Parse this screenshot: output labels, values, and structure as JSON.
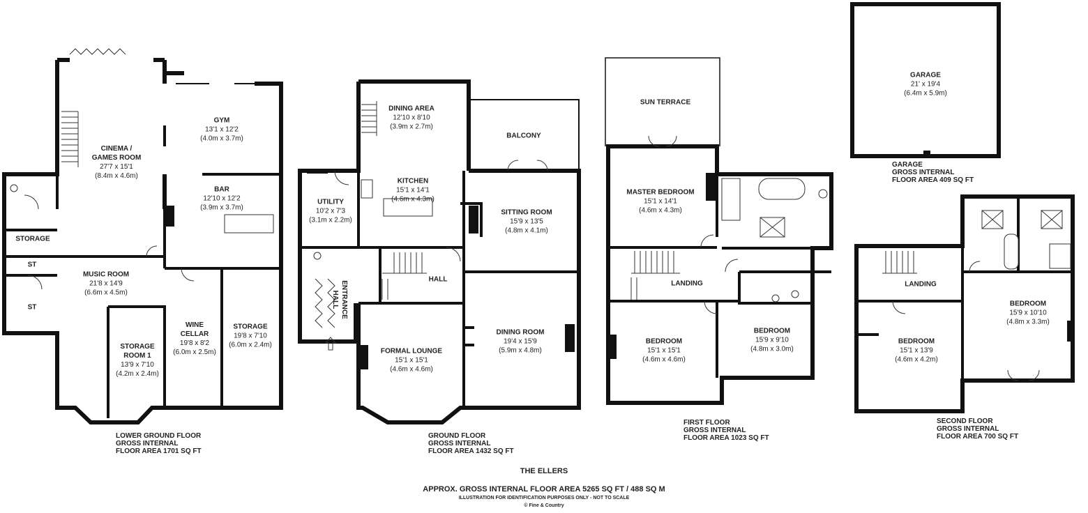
{
  "property": {
    "name": "THE ELLERS",
    "total_area": "APPROX. GROSS INTERNAL FLOOR AREA 5265 SQ FT / 488 SQ M",
    "disclaimer": "ILLUSTRATION FOR IDENTIFICATION PURPOSES ONLY - NOT TO SCALE",
    "copyright": "© Fine & Country"
  },
  "floors": {
    "lower_ground": {
      "line1": "LOWER GROUND FLOOR",
      "line2": "GROSS INTERNAL",
      "line3": "FLOOR AREA 1701 SQ FT"
    },
    "ground": {
      "line1": "GROUND FLOOR",
      "line2": "GROSS INTERNAL",
      "line3": "FLOOR AREA 1432 SQ FT"
    },
    "first": {
      "line1": "FIRST FLOOR",
      "line2": "GROSS INTERNAL",
      "line3": "FLOOR AREA 1023 SQ FT"
    },
    "second": {
      "line1": "SECOND FLOOR",
      "line2": "GROSS INTERNAL",
      "line3": "FLOOR AREA 700 SQ FT"
    },
    "garage": {
      "line1": "GARAGE",
      "line2": "GROSS INTERNAL",
      "line3": "FLOOR AREA 409 SQ FT"
    }
  },
  "rooms": {
    "cinema": {
      "name1": "CINEMA /",
      "name2": "GAMES ROOM",
      "imperial": "27'7 x 15'1",
      "metric": "(8.4m x 4.6m)"
    },
    "gym": {
      "name": "GYM",
      "imperial": "13'1 x 12'2",
      "metric": "(4.0m x 3.7m)"
    },
    "bar": {
      "name": "BAR",
      "imperial": "12'10 x 12'2",
      "metric": "(3.9m x 3.7m)"
    },
    "lg_storage": {
      "name": "STORAGE"
    },
    "st1": {
      "name": "ST"
    },
    "st2": {
      "name": "ST"
    },
    "music": {
      "name": "MUSIC ROOM",
      "imperial": "21'8 x 14'9",
      "metric": "(6.6m x 4.5m)"
    },
    "storage_room1": {
      "name1": "STORAGE",
      "name2": "ROOM 1",
      "imperial": "13'9 x 7'10",
      "metric": "(4.2m x 2.4m)"
    },
    "wine": {
      "name1": "WINE",
      "name2": "CELLAR",
      "imperial": "19'8 x 8'2",
      "metric": "(6.0m x 2.5m)"
    },
    "storage2": {
      "name": "STORAGE",
      "imperial": "19'8 x 7'10",
      "metric": "(6.0m x 2.4m)"
    },
    "dining_area": {
      "name": "DINING AREA",
      "imperial": "12'10 x 8'10",
      "metric": "(3.9m x 2.7m)"
    },
    "kitchen": {
      "name": "KITCHEN",
      "imperial": "15'1 x 14'1",
      "metric": "(4.6m x 4.3m)"
    },
    "utility": {
      "name": "UTILITY",
      "imperial": "10'2 x 7'3",
      "metric": "(3.1m x 2.2m)"
    },
    "balcony": {
      "name": "BALCONY"
    },
    "sitting": {
      "name": "SITTING ROOM",
      "imperial": "15'9 x 13'5",
      "metric": "(4.8m x 4.1m)"
    },
    "hall": {
      "name": "HALL"
    },
    "entrance": {
      "name1": "ENTRANCE",
      "name2": "HALL"
    },
    "formal": {
      "name": "FORMAL LOUNGE",
      "imperial": "15'1 x 15'1",
      "metric": "(4.6m x 4.6m)"
    },
    "dining_room": {
      "name": "DINING ROOM",
      "imperial": "19'4 x 15'9",
      "metric": "(5.9m x 4.8m)"
    },
    "sun_terrace": {
      "name": "SUN TERRACE"
    },
    "master": {
      "name": "MASTER BEDROOM",
      "imperial": "15'1 x 14'1",
      "metric": "(4.6m x 4.3m)"
    },
    "landing1": {
      "name": "LANDING"
    },
    "bed1a": {
      "name": "BEDROOM",
      "imperial": "15'1 x 15'1",
      "metric": "(4.6m x 4.6m)"
    },
    "bed1b": {
      "name": "BEDROOM",
      "imperial": "15'9 x 9'10",
      "metric": "(4.8m x 3.0m)"
    },
    "garage": {
      "name": "GARAGE",
      "imperial": "21' x 19'4",
      "metric": "(6.4m x 5.9m)"
    },
    "landing2": {
      "name": "LANDING"
    },
    "bed2a": {
      "name": "BEDROOM",
      "imperial": "15'1 x 13'9",
      "metric": "(4.6m x 4.2m)"
    },
    "bed2b": {
      "name": "BEDROOM",
      "imperial": "15'9 x 10'10",
      "metric": "(4.8m x 3.3m)"
    }
  }
}
